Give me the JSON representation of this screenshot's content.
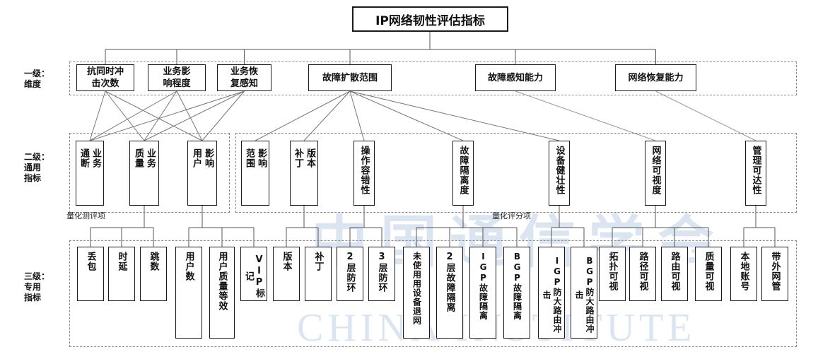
{
  "title": "IP网络韧性评估指标",
  "level_labels": {
    "l1": "一级：\n维度",
    "l2": "二级：\n通用\n指标",
    "l3": "三级：\n专用\n指标"
  },
  "notes": {
    "left": "量化测评项",
    "right": "量化评分项"
  },
  "level1": [
    {
      "id": "impact",
      "label": "抗同时冲\n击次数"
    },
    {
      "id": "degree",
      "label": "业务影\n响程度"
    },
    {
      "id": "recover",
      "label": "业务恢\n复感知"
    },
    {
      "id": "spread",
      "label": "故障扩散范围"
    },
    {
      "id": "perceive",
      "label": "故障感知能力"
    },
    {
      "id": "restore",
      "label": "网络恢复能力"
    }
  ],
  "level2": [
    {
      "id": "interrupt",
      "label": "业务通断",
      "cols": [
        "业务",
        "通断"
      ]
    },
    {
      "id": "quality",
      "label": "业务质量",
      "cols": [
        "业务",
        "质量"
      ]
    },
    {
      "id": "users",
      "label": "影响用户",
      "cols": [
        "影响",
        "用户"
      ]
    },
    {
      "id": "range",
      "label": "影响范围",
      "cols": [
        "影响",
        "范围"
      ]
    },
    {
      "id": "patch",
      "label": "版本补丁",
      "cols": [
        "版本",
        "补丁"
      ]
    },
    {
      "id": "fault_tol",
      "label": "操作容错性",
      "cols": [
        "操作容错性"
      ]
    },
    {
      "id": "isolation",
      "label": "故障隔离度",
      "cols": [
        "故障隔离度"
      ]
    },
    {
      "id": "robust",
      "label": "设备健壮性",
      "cols": [
        "设备健壮性"
      ]
    },
    {
      "id": "visibility",
      "label": "网络可视度",
      "cols": [
        "网络可视度"
      ]
    },
    {
      "id": "reach",
      "label": "管理可达性",
      "cols": [
        "管理可达性"
      ]
    }
  ],
  "level3": [
    {
      "id": "loss",
      "label": "丢包"
    },
    {
      "id": "delay",
      "label": "时延"
    },
    {
      "id": "jump",
      "label": "跳数"
    },
    {
      "id": "user_count",
      "label": "用户数"
    },
    {
      "id": "user_quality",
      "label": "用户质量等效"
    },
    {
      "id": "vip",
      "label": "VIP标记"
    },
    {
      "id": "version",
      "label": "版本"
    },
    {
      "id": "patch3",
      "label": "补丁"
    },
    {
      "id": "l2ring",
      "label": "2层防环"
    },
    {
      "id": "l3ring",
      "label": "3层防环"
    },
    {
      "id": "unused",
      "label": "未使用用设备退网"
    },
    {
      "id": "l2iso",
      "label": "2层故障隔离"
    },
    {
      "id": "igpiso",
      "label": "IGP故障隔离"
    },
    {
      "id": "bgpiso",
      "label": "BGP故障隔离"
    },
    {
      "id": "igpflap",
      "label": "IGP防大路由冲击"
    },
    {
      "id": "bgpflap",
      "label": "BGP防大路由冲击"
    },
    {
      "id": "topo",
      "label": "拓扑可视"
    },
    {
      "id": "path",
      "label": "路径可视"
    },
    {
      "id": "route",
      "label": "路由可视"
    },
    {
      "id": "qual",
      "label": "质量可视"
    },
    {
      "id": "local_acct",
      "label": "本地账号"
    },
    {
      "id": "oob",
      "label": "带外网管"
    }
  ],
  "watermark": {
    "zh": "中国通信学会",
    "en": "CHINA INSTITUTE"
  }
}
